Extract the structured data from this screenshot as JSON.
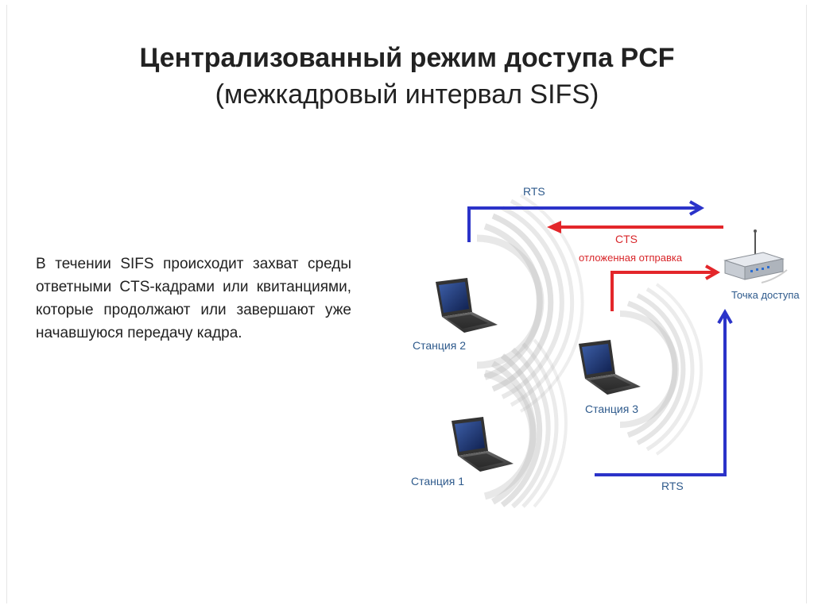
{
  "slide": {
    "title_line1": "Централизованный режим доступа PCF",
    "title_line2": "(межкадровый интервал SIFS)",
    "body_text": "В течении SIFS  происходит захват среды ответными CTS-кадрами или квитанциями, которые продолжают или завершают уже начавшуюся передачу кадра."
  },
  "diagram": {
    "labels": {
      "rts_top": "RTS",
      "cts": "CTS",
      "deferred": "отложенная отправка",
      "access_point": "Точка доступа",
      "station2": "Станция 2",
      "station3": "Станция 3",
      "station1": "Станция 1",
      "rts_bottom": "RTS"
    },
    "colors": {
      "rts_arrow": "#2b33c9",
      "cts_arrow": "#e3262a",
      "label_text": "#2e5a8c",
      "cts_text": "#d8262a"
    },
    "icons": {
      "station": "laptop-icon",
      "access_point": "router-icon",
      "signal": "wifi-wave-icon"
    }
  }
}
